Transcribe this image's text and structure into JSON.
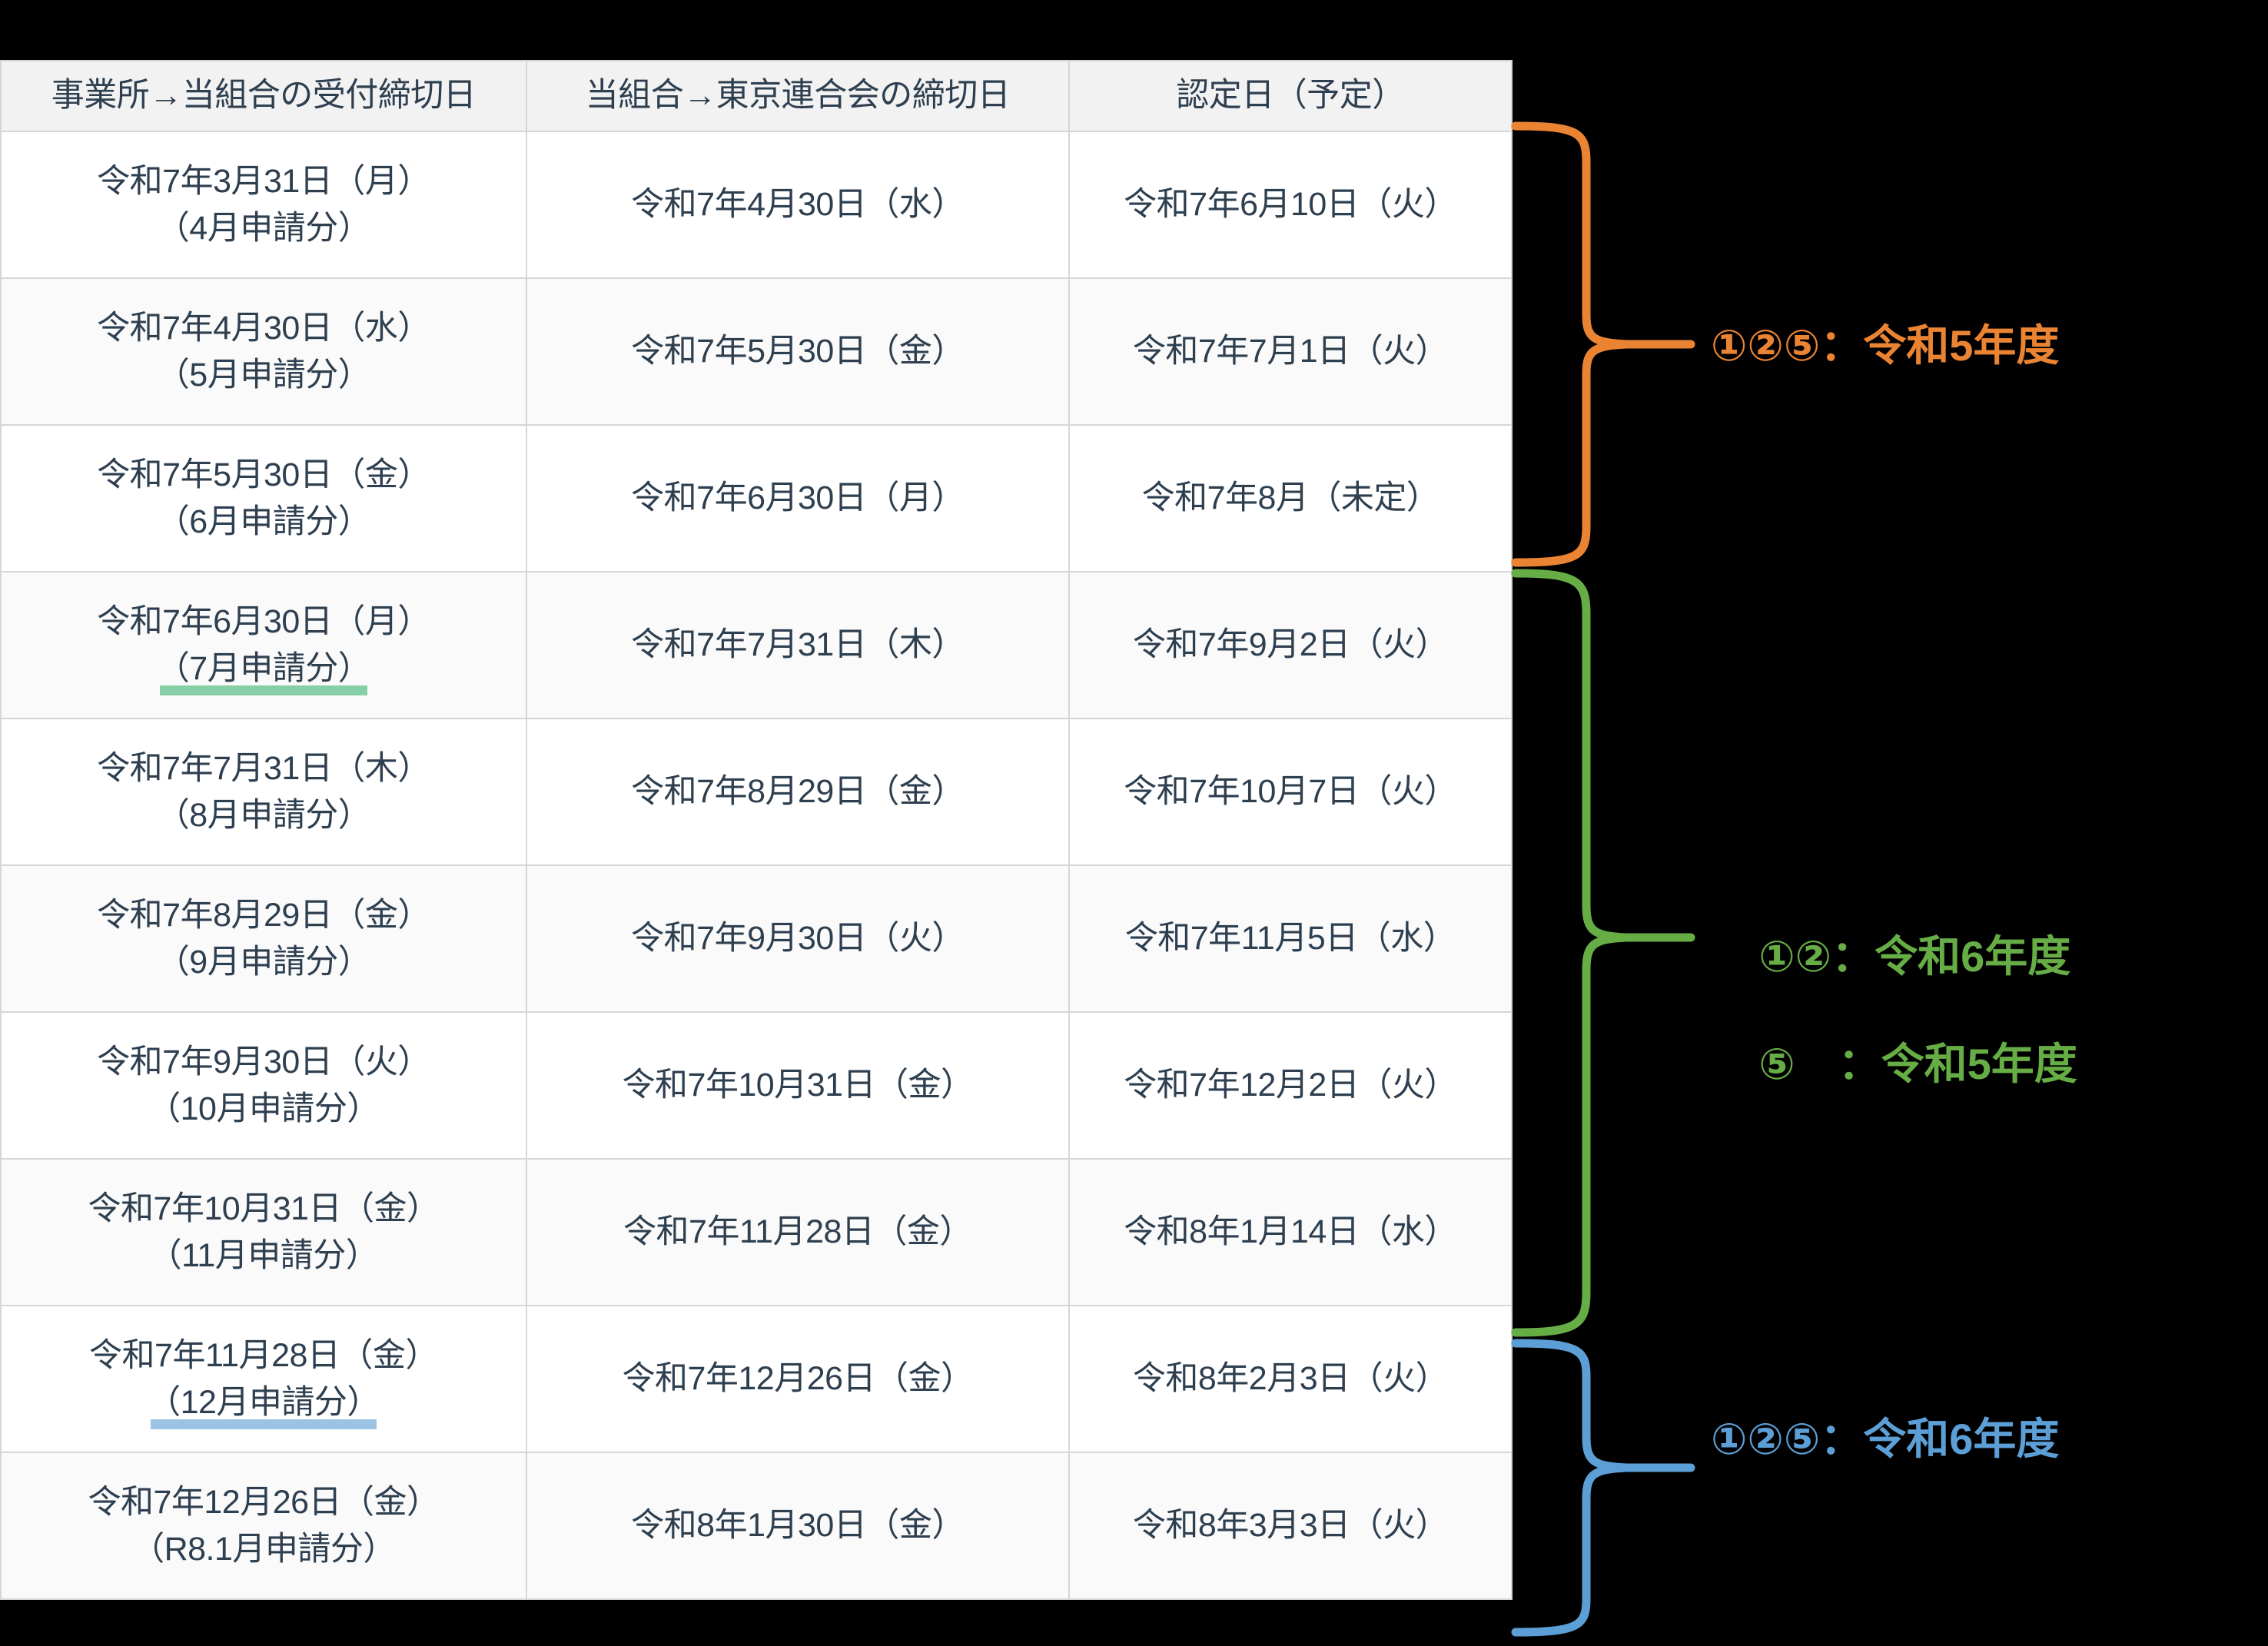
{
  "table": {
    "headers": [
      "事業所→当組合の受付締切日",
      "当組合→東京連合会の締切日",
      "認定日（予定）"
    ],
    "rows": [
      {
        "col1_main": "令和7年3月31日（月）",
        "col1_sub": "（4月申請分）",
        "col1_highlight": "none",
        "col2": "令和7年4月30日（水）",
        "col3": "令和7年6月10日（火）"
      },
      {
        "col1_main": "令和7年4月30日（水）",
        "col1_sub": "（5月申請分）",
        "col1_highlight": "none",
        "col2": "令和7年5月30日（金）",
        "col3": "令和7年7月1日（火）"
      },
      {
        "col1_main": "令和7年5月30日（金）",
        "col1_sub": "（6月申請分）",
        "col1_highlight": "none",
        "col2": "令和7年6月30日（月）",
        "col3": "令和7年8月（未定）"
      },
      {
        "col1_main": "令和7年6月30日（月）",
        "col1_sub": "（7月申請分）",
        "col1_highlight": "green",
        "col2": "令和7年7月31日（木）",
        "col3": "令和7年9月2日（火）"
      },
      {
        "col1_main": "令和7年7月31日（木）",
        "col1_sub": "（8月申請分）",
        "col1_highlight": "none",
        "col2": "令和7年8月29日（金）",
        "col3": "令和7年10月7日（火）"
      },
      {
        "col1_main": "令和7年8月29日（金）",
        "col1_sub": "（9月申請分）",
        "col1_highlight": "none",
        "col2": "令和7年9月30日（火）",
        "col3": "令和7年11月5日（水）"
      },
      {
        "col1_main": "令和7年9月30日（火）",
        "col1_sub": "（10月申請分）",
        "col1_highlight": "none",
        "col2": "令和7年10月31日（金）",
        "col3": "令和7年12月2日（火）"
      },
      {
        "col1_main": "令和7年10月31日（金）",
        "col1_sub": "（11月申請分）",
        "col1_highlight": "none",
        "col2": "令和7年11月28日（金）",
        "col3": "令和8年1月14日（水）"
      },
      {
        "col1_main": "令和7年11月28日（金）",
        "col1_sub": "（12月申請分）",
        "col1_highlight": "blue",
        "col2": "令和7年12月26日（金）",
        "col3": "令和8年2月3日（火）"
      },
      {
        "col1_main": "令和7年12月26日（金）",
        "col1_sub": "（R8.1月申請分）",
        "col1_highlight": "none",
        "col2": "令和8年1月30日（金）",
        "col3": "令和8年3月3日（火）"
      }
    ]
  },
  "annotations": {
    "orange": {
      "color": "#ea8433",
      "lines": [
        "①②⑤：令和5年度"
      ]
    },
    "green": {
      "color": "#67ad46",
      "lines": [
        "①②：令和6年度",
        "⑤　：令和5年度"
      ]
    },
    "blue": {
      "color": "#5c9fd6",
      "lines": [
        "①②⑤：令和6年度"
      ]
    }
  }
}
